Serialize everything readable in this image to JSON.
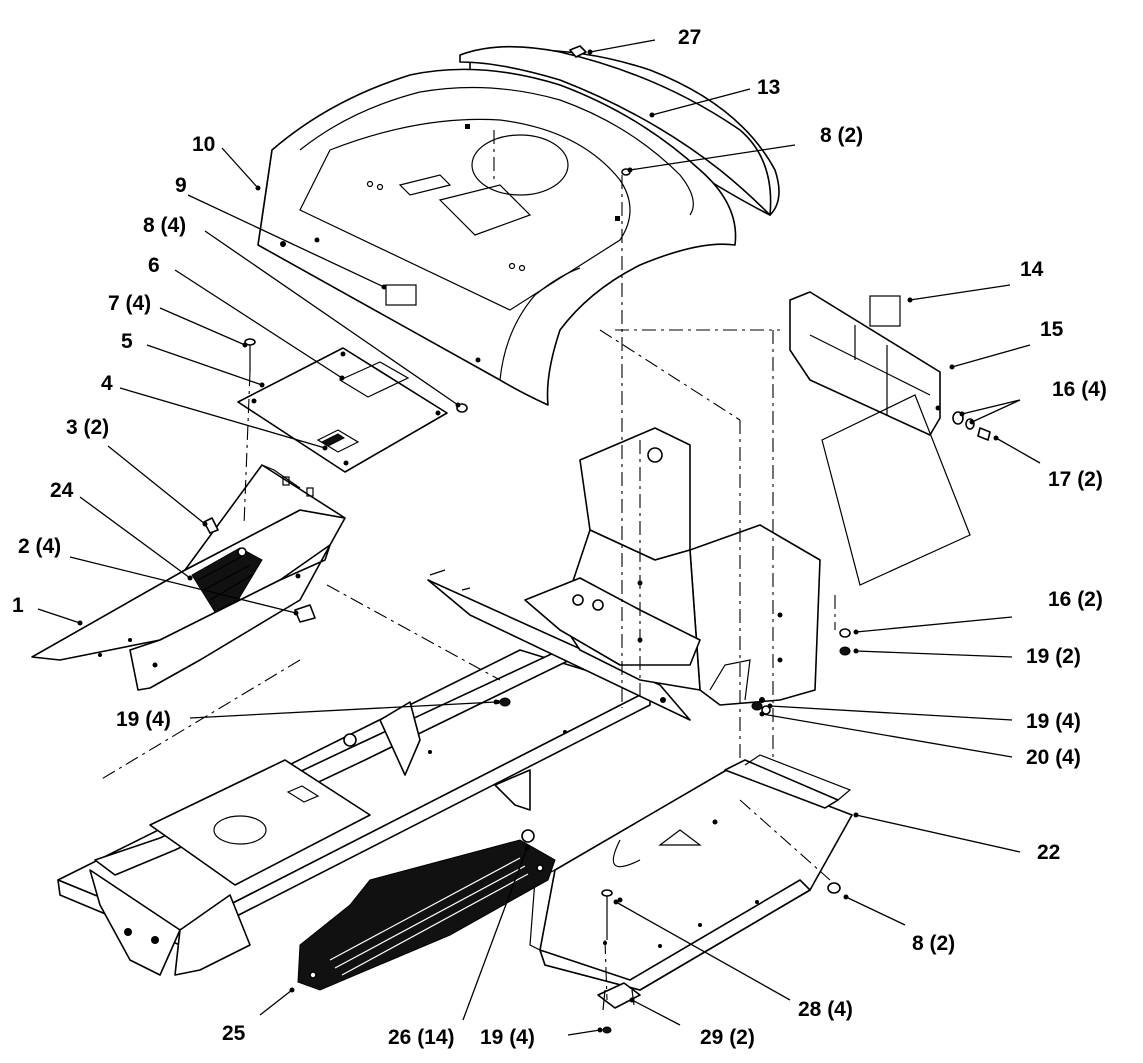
{
  "labels": {
    "c1": "1",
    "c2": "2 (4)",
    "c3": "3 (2)",
    "c4": "4",
    "c5": "5",
    "c6": "6",
    "c7": "7 (4)",
    "c8a": "8 (4)",
    "c8b": "8 (2)",
    "c8c": "8 (2)",
    "c9": "9",
    "c10": "10",
    "c13": "13",
    "c14": "14",
    "c15": "15",
    "c16a": "16 (4)",
    "c16b": "16 (2)",
    "c17": "17 (2)",
    "c19a": "19 (2)",
    "c19b": "19 (4)",
    "c19c": "19 (4)",
    "c19d": "19 (4)",
    "c20": "20 (4)",
    "c22": "22",
    "c24": "24",
    "c25": "25",
    "c26": "26 (14)",
    "c27": "27",
    "c28": "28 (4)",
    "c29": "29 (2)"
  }
}
